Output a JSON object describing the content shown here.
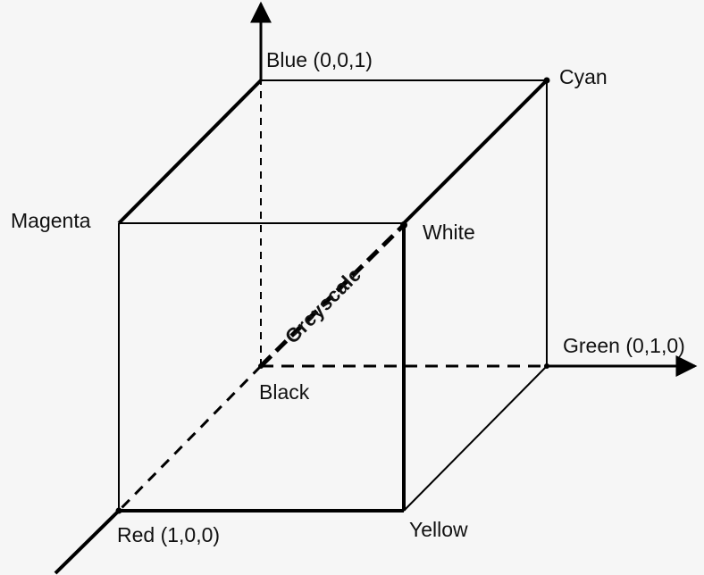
{
  "diagram": {
    "labels": {
      "blue": "Blue (0,0,1)",
      "cyan": "Cyan",
      "magenta": "Magenta",
      "white": "White",
      "greyscale": "Greyscale",
      "green": "Green (0,1,0)",
      "black": "Black",
      "red": "Red (1,0,0)",
      "yellow": "Yellow"
    },
    "colors": {
      "line": "#000000",
      "background": "#f6f6f6"
    }
  }
}
